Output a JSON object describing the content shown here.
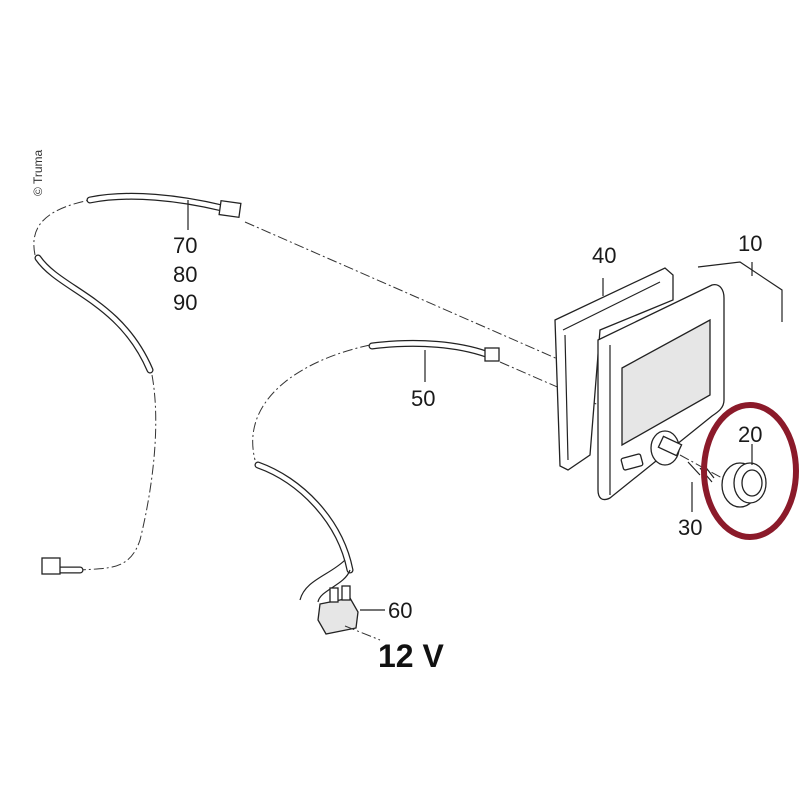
{
  "copyright": "© Truma",
  "labels": {
    "cable_a": [
      "70",
      "80",
      "90"
    ],
    "frame": "40",
    "control_panel": "10",
    "cable_b": "50",
    "knob": "20",
    "screw": "30",
    "connector": "60"
  },
  "voltage": "12 V",
  "highlight_color": "#8b1a2a"
}
